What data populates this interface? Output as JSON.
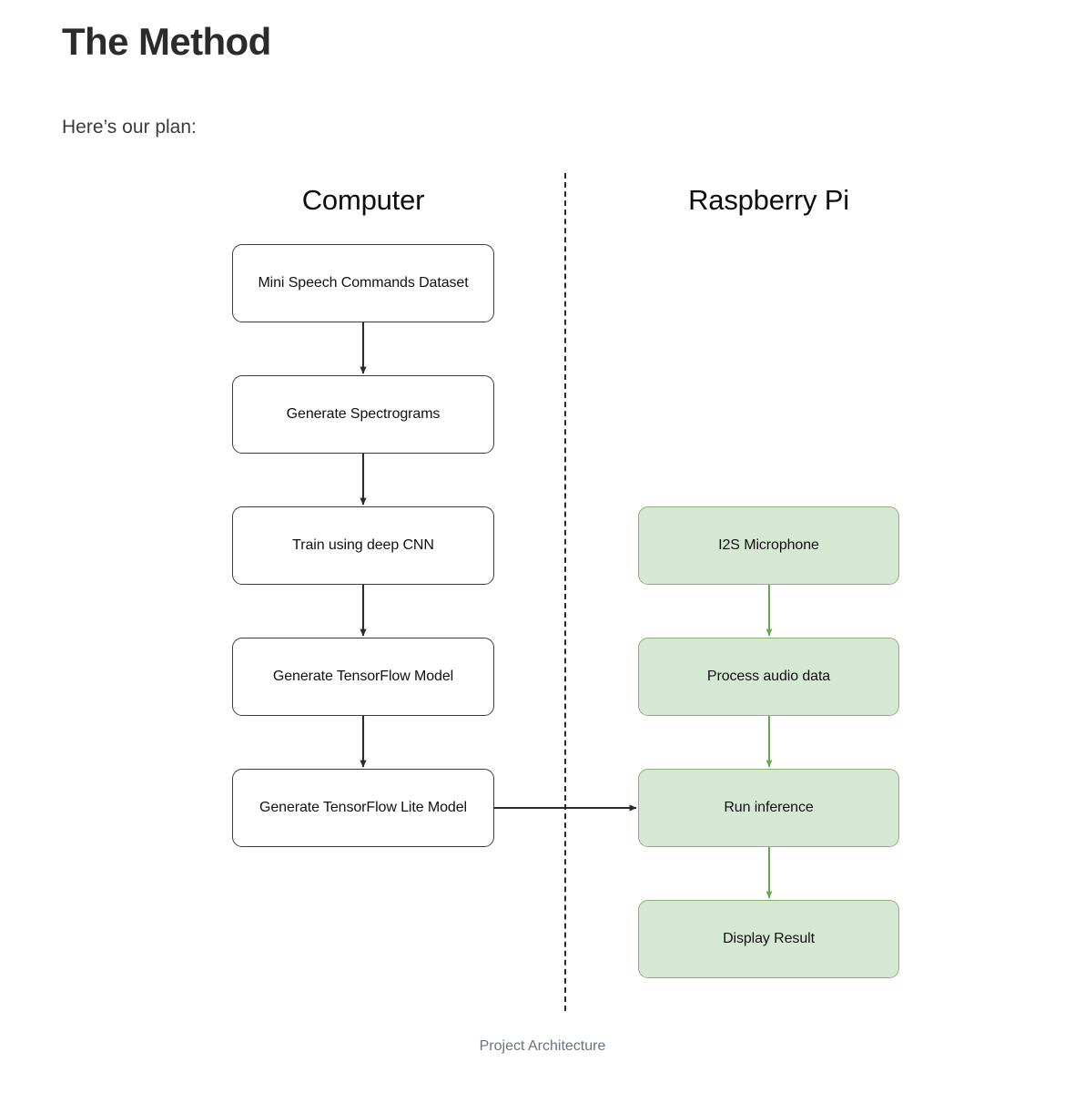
{
  "article": {
    "title": "The Method",
    "intro": "Here’s our plan:"
  },
  "figure": {
    "caption": "Project Architecture",
    "columns": {
      "left_header": "Computer",
      "right_header": "Raspberry Pi"
    },
    "colors": {
      "plain_fill": "#ffffff",
      "plain_stroke": "#3c3c3c",
      "green_fill": "#d5e8d4",
      "green_stroke": "#8cb377",
      "arrow_dark": "#2b2b2b",
      "arrow_green": "#6aa84f",
      "divider": "#2b2b2b",
      "caption_text": "#6b7280"
    },
    "left_nodes": [
      {
        "label": "Mini Speech Commands Dataset"
      },
      {
        "label": "Generate Spectrograms"
      },
      {
        "label": "Train using deep CNN"
      },
      {
        "label": "Generate TensorFlow Model"
      },
      {
        "label": "Generate TensorFlow Lite Model"
      }
    ],
    "right_nodes": [
      {
        "label": "I2S Microphone"
      },
      {
        "label": "Process audio data"
      },
      {
        "label": "Run inference"
      },
      {
        "label": "Display Result"
      }
    ]
  }
}
